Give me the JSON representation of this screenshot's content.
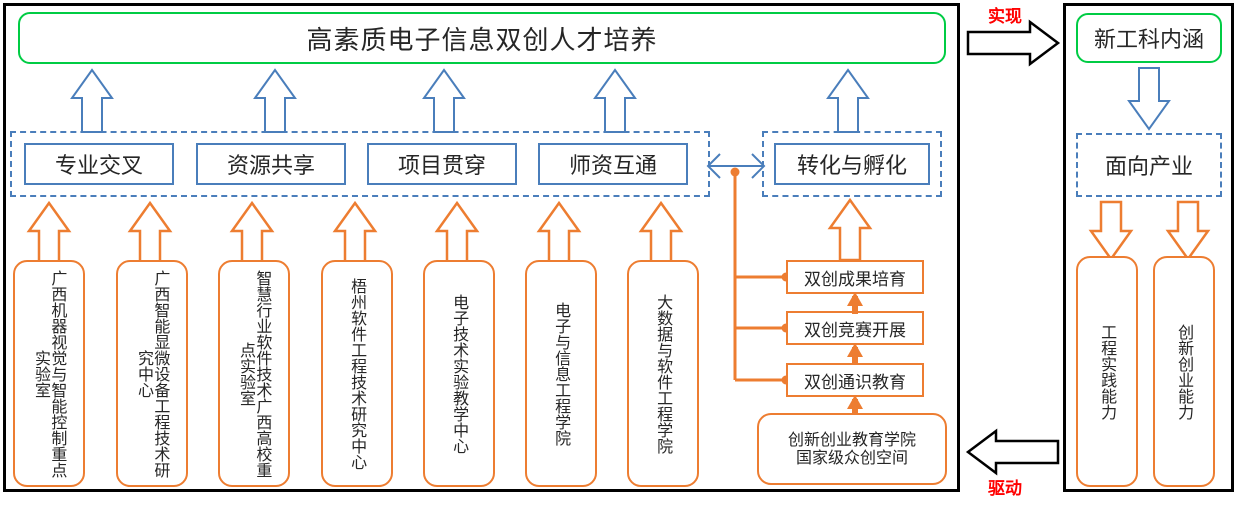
{
  "diagram": {
    "left_panel": {
      "goal_box": {
        "label": "高素质电子信息双创人才培养"
      },
      "strategy_group": {
        "items": [
          {
            "label": "专业交叉"
          },
          {
            "label": "资源共享"
          },
          {
            "label": "项目贯穿"
          },
          {
            "label": "师资互通"
          }
        ]
      },
      "incubation_group": {
        "items": [
          {
            "label": "转化与孵化"
          }
        ]
      },
      "platforms": [
        {
          "label": "广西机器视觉与智能控制重点实验室"
        },
        {
          "label": "广西智能显微设备工程技术研究中心"
        },
        {
          "label": "智慧行业软件技术广西高校重点实验室"
        },
        {
          "label": "梧州软件工程技术研究中心"
        },
        {
          "label": "电子技术实验教学中心"
        },
        {
          "label": "电子与信息工程学院"
        },
        {
          "label": "大数据与软件工程学院"
        }
      ],
      "program_chain": [
        {
          "label": "双创成果培育"
        },
        {
          "label": "双创竞赛开展"
        },
        {
          "label": "双创通识教育"
        }
      ],
      "institute_box": {
        "line1": "创新创业教育学院",
        "line2": "国家级众创空间"
      }
    },
    "connectors": {
      "top_label": "实现",
      "bottom_label": "驱动"
    },
    "right_panel": {
      "concept_box": {
        "label": "新工科内涵"
      },
      "orientation_box": {
        "label": "面向产业"
      },
      "abilities": [
        {
          "label": "工程实践能力"
        },
        {
          "label": "创新创业能力"
        }
      ]
    }
  },
  "colors": {
    "green": "#00cc44",
    "blue": "#4a7ebb",
    "orange": "#ed7d31",
    "red": "#ff0000",
    "black": "#000000"
  }
}
